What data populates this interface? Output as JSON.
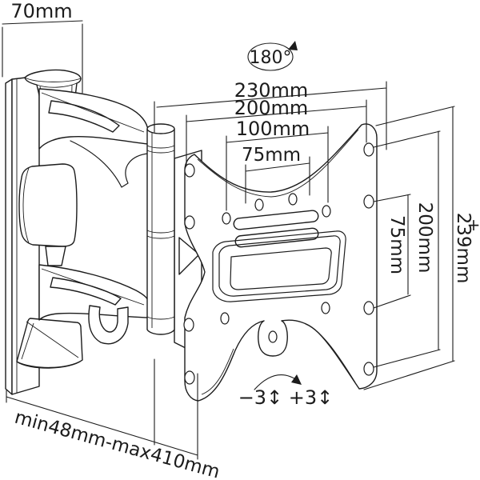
{
  "colors": {
    "line": "#1c1c1c",
    "background": "#ffffff"
  },
  "labels": {
    "wall_width": "70mm",
    "swivel_range": "180°",
    "overall_width": "230mm",
    "vesa_width_200": "200mm",
    "vesa_width_100": "100mm",
    "vesa_width_75": "75mm",
    "vesa_height_75": "75mm",
    "vesa_height_200": "200mm",
    "overall_height": "239mm",
    "height_plus": "+",
    "tilt_range": "−3↕ +3↕",
    "extension_range": "min48mm-max410mm"
  }
}
